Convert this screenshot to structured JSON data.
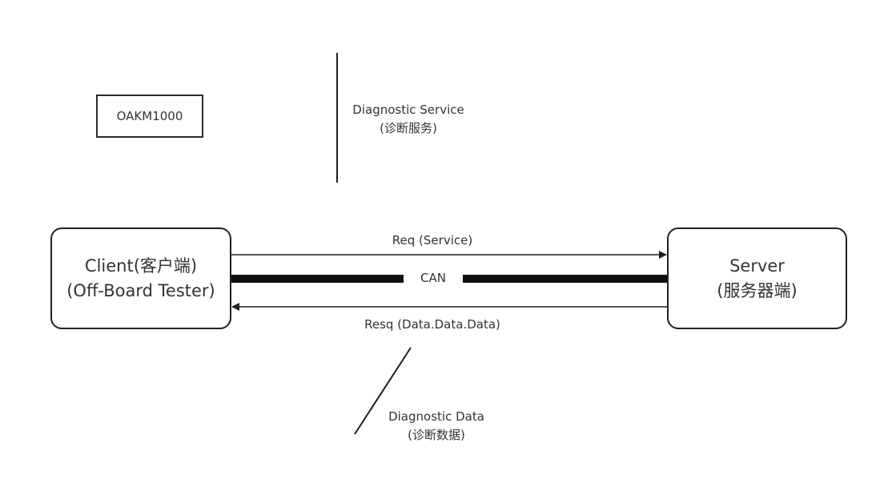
{
  "device_label": "OAKM1000",
  "diagnostic_service": {
    "title": "Diagnostic Service",
    "subtitle": "(诊断服务)"
  },
  "client": {
    "line1": "Client(客户端)",
    "line2": "(Off-Board Tester)"
  },
  "server": {
    "line1": "Server",
    "line2": "(服务器端)"
  },
  "request_label": "Req (Service)",
  "bus_label": "CAN",
  "response_label": "Resq (Data.Data.Data)",
  "diagnostic_data": {
    "title": "Diagnostic Data",
    "subtitle": "(诊断数据)"
  },
  "colors": {
    "line": "#1e1e1e",
    "text": "#333333"
  }
}
